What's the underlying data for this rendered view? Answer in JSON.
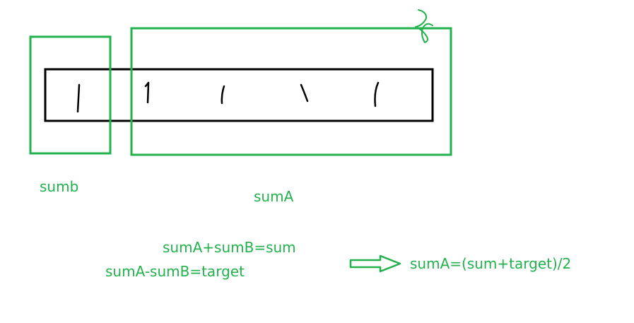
{
  "colors": {
    "accent_green": "#22b14c",
    "stroke_black": "#000000",
    "background": "#ffffff"
  },
  "labels": {
    "sumb": "sumb",
    "sumA": "sumA",
    "eq1": "sumA+sumB=sum",
    "eq2": "sumA-sumB=target",
    "result": "sumA=(sum+target)/2"
  },
  "marks_count": 5
}
